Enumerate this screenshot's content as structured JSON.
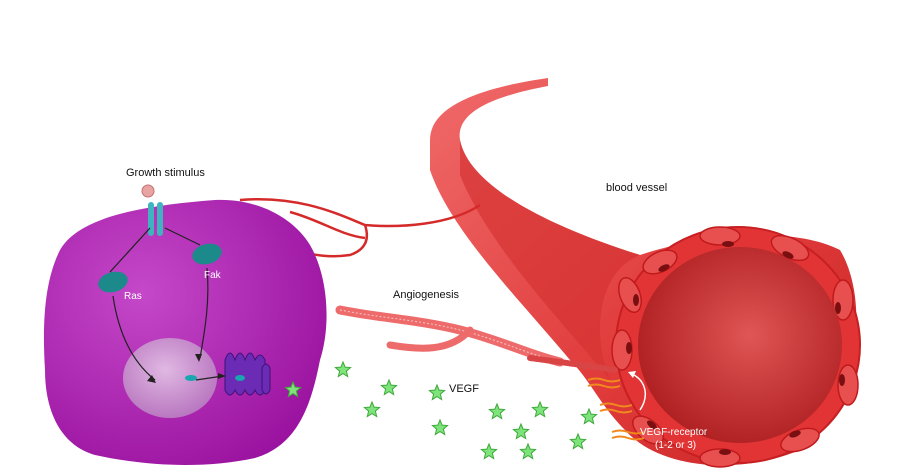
{
  "labels": {
    "growth_stimulus": "Growth stimulus",
    "ras": "Ras",
    "fak": "Fak",
    "angiogenesis": "Angiogenesis",
    "blood_vessel": "blood vessel",
    "vegf": "VEGF",
    "vegf_receptor_line1": "VEGF-receptor",
    "vegf_receptor_line2": "(1-2 or 3)"
  },
  "colors": {
    "cell": "#a21aa8",
    "cell_highlight": "#c03ac5",
    "nucleus": "#c995cf",
    "vessel": "#e33a3a",
    "vessel_dark": "#b51b1b",
    "lumen": "#c21f22",
    "teal": "#1c8a8a",
    "vegf_star": "#7de37a",
    "receptor": "#f08a1e"
  }
}
